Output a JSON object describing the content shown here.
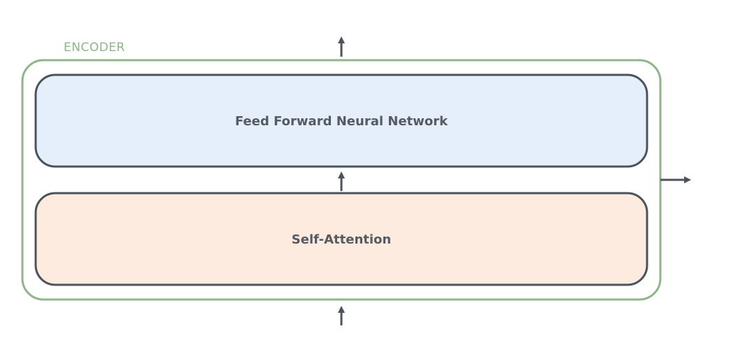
{
  "encoder": {
    "label": "ENCODER"
  },
  "blocks": {
    "feed_forward": {
      "label": "Feed Forward Neural Network"
    },
    "self_attention": {
      "label": "Self-Attention"
    }
  },
  "colors": {
    "encoder_border": "#8fb58a",
    "encoder_label": "#8fb58a",
    "block_border": "#4d535d",
    "feed_forward_fill": "#e4effb",
    "self_attention_fill": "#fcebde",
    "text": "#555a63",
    "arrow": "#4d535d"
  }
}
